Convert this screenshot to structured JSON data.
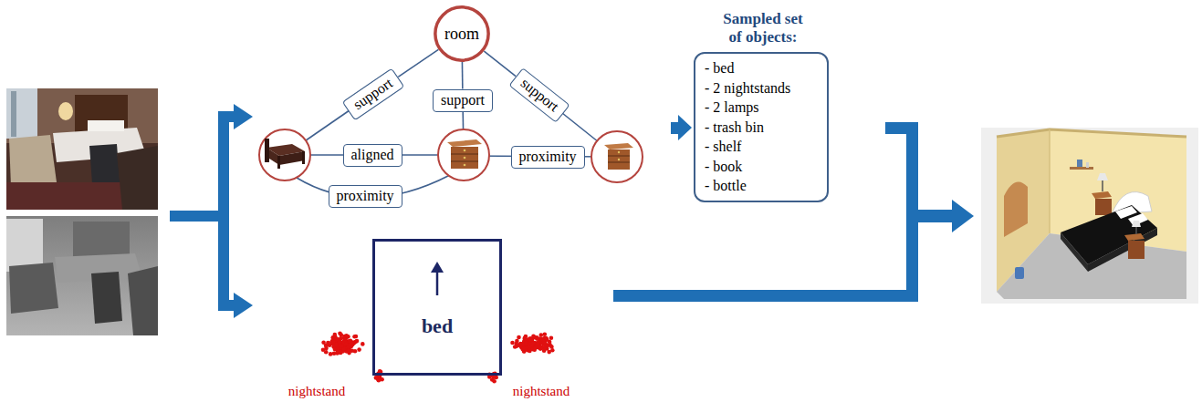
{
  "diagram": {
    "nodes": [
      {
        "text": [
          "room"
        ]
      },
      {
        "text": [
          "support"
        ]
      },
      {
        "text": [
          "support"
        ]
      },
      {
        "text": [
          "support"
        ]
      },
      {
        "text": [
          "aligned"
        ]
      },
      {
        "text": [
          "proximity"
        ]
      },
      {
        "text": [
          "proximity"
        ]
      },
      {
        "text": [
          "Sampled set of objects:",
          "- bed",
          "- 2 nightstands",
          "- 2 lamps",
          "- trash bin",
          "- shelf",
          "- book",
          "- bottle"
        ]
      },
      {
        "text": [
          "bed"
        ]
      }
    ],
    "edges": [
      {
        "from": 0,
        "to": 1,
        "arrow": "none"
      },
      {
        "from": 0,
        "to": 2,
        "arrow": "none"
      },
      {
        "from": 0,
        "to": 3,
        "arrow": "none"
      }
    ],
    "labels": [
      "nightstand",
      "nightstand"
    ]
  }
}
